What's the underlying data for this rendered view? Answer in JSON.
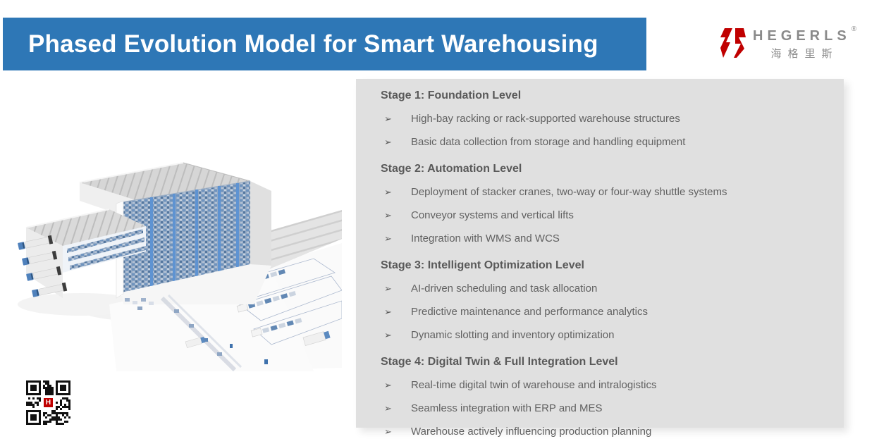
{
  "header": {
    "title": "Phased Evolution Model for Smart Warehousing",
    "background_color": "#2E77B6",
    "text_color": "#FFFFFF"
  },
  "logo": {
    "brand": "HEGERLS",
    "registered_mark": "®",
    "chinese_name": "海格里斯",
    "accent_color": "#C00000",
    "text_color": "#8A8A8A"
  },
  "panel": {
    "background_color": "#E0E0E0",
    "heading_color": "#595959",
    "body_color": "#616161",
    "bullet_glyph": "➢",
    "stages": [
      {
        "title": "Stage 1: Foundation Level",
        "items": [
          "High-bay racking or rack-supported warehouse structures",
          "Basic data collection from storage and handling equipment"
        ]
      },
      {
        "title": "Stage 2: Automation Level",
        "items": [
          "Deployment of stacker cranes, two-way or four-way shuttle systems",
          "Conveyor systems and vertical lifts",
          "Integration with WMS and WCS"
        ]
      },
      {
        "title": "Stage 3: Intelligent Optimization Level",
        "items": [
          "AI-driven scheduling and task allocation",
          "Predictive maintenance and performance analytics",
          "Dynamic slotting and inventory optimization"
        ]
      },
      {
        "title": "Stage 4: Digital Twin & Full Integration Level",
        "items": [
          "Real-time digital twin of warehouse and intralogistics",
          "Seamless integration with ERP and MES",
          "Warehouse actively influencing production planning"
        ]
      }
    ]
  },
  "illustration": {
    "description": "3D isometric render of automated high-bay smart warehouse with trucks, racking and conveyors"
  },
  "qr": {
    "center_letter": "H"
  }
}
